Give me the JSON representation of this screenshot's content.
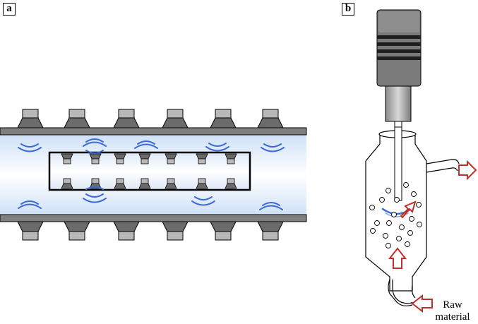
{
  "panels": {
    "a": {
      "label": "a"
    },
    "b": {
      "label": "b",
      "inlet_label_line1": "Raw",
      "inlet_label_line2": "material"
    }
  },
  "colors": {
    "transducer_light": "#b8b8b8",
    "transducer_dark": "#6b6b6b",
    "pipe_wall": "#7f7f7f",
    "fluid": "#c9daf2",
    "wave": "#3a6bd8",
    "arrow": "#c0302a"
  },
  "icons": [
    "transducer-icon",
    "ultrasonic-wave-icon",
    "flow-arrow-icon",
    "probe-horn-icon",
    "bubble-icon"
  ]
}
